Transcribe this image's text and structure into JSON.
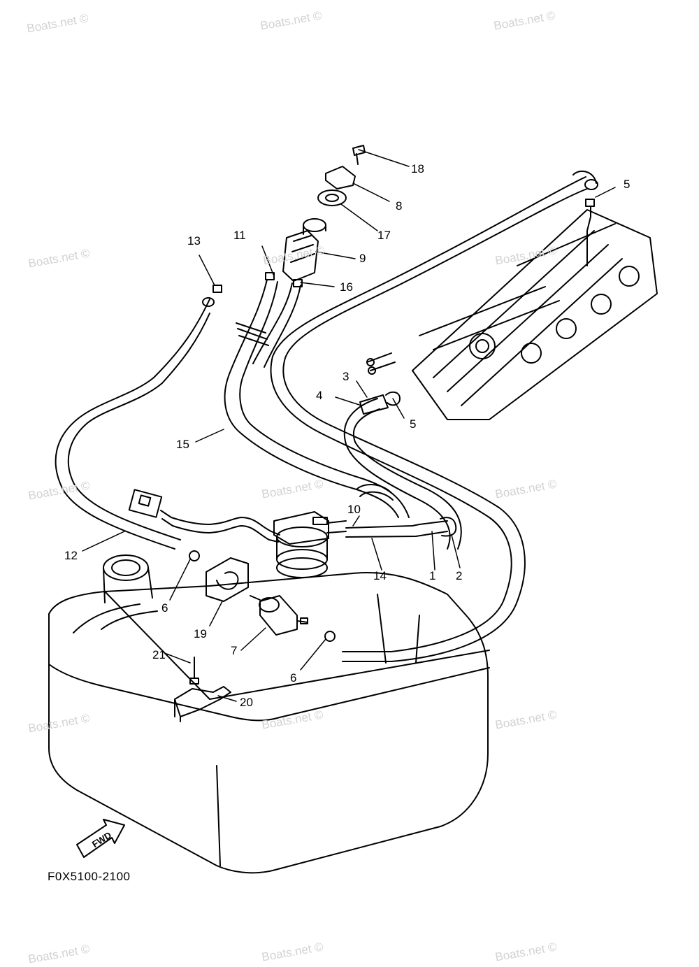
{
  "watermark": "Boats.net ©",
  "diagram_code": "F0X5100-2100",
  "fwd_arrow_label": "FWD",
  "callouts": [
    "1",
    "2",
    "3",
    "4",
    "5",
    "5",
    "6",
    "6",
    "7",
    "8",
    "9",
    "10",
    "11",
    "12",
    "13",
    "14",
    "15",
    "16",
    "17",
    "18",
    "19",
    "20",
    "21"
  ]
}
